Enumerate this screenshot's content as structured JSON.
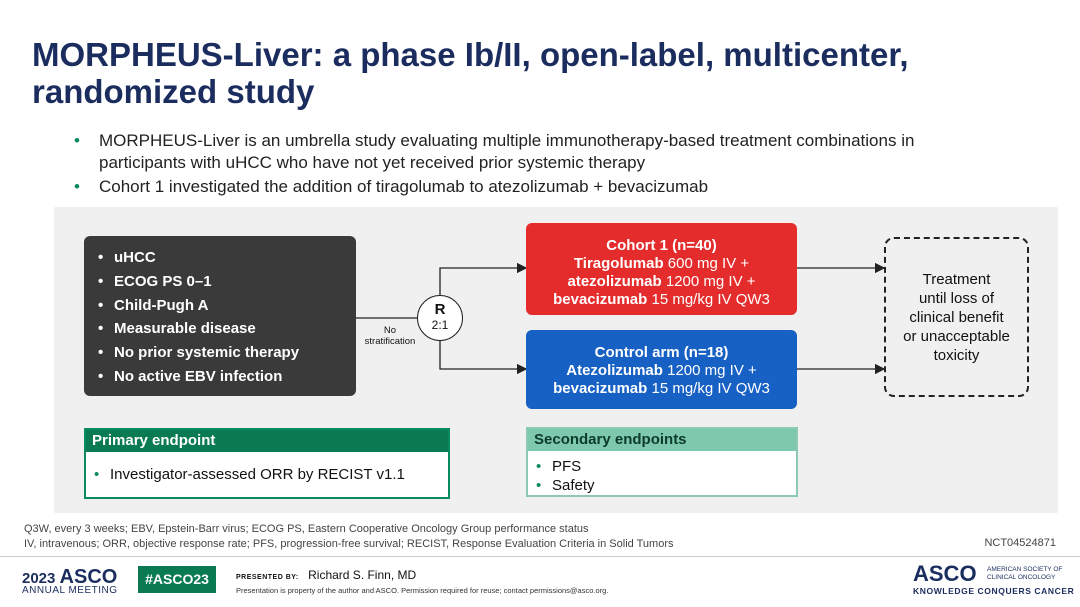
{
  "title": "MORPHEUS-Liver: a phase Ib/II, open-label, multicenter, randomized study",
  "bullets": [
    "MORPHEUS-Liver is an umbrella study evaluating multiple immunotherapy-based treatment combinations in participants with uHCC who have not yet received prior systemic therapy",
    "Cohort 1 investigated the addition of tiragolumab to atezolizumab + bevacizumab"
  ],
  "criteria": [
    "uHCC",
    "ECOG PS 0–1",
    "Child-Pugh A",
    "Measurable disease",
    "No prior systemic therapy",
    "No active EBV infection"
  ],
  "randomization": {
    "letter": "R",
    "ratio": "2:1",
    "note": "No stratification"
  },
  "cohort1": {
    "title": "Cohort 1 (n=40)",
    "line1_drug": "Tiragolumab",
    "line1_dose": " 600 mg IV +",
    "line2_drug": "atezolizumab",
    "line2_dose": " 1200 mg IV +",
    "line3_drug": "bevacizumab",
    "line3_dose": " 15 mg/kg IV QW3"
  },
  "control": {
    "title": "Control arm (n=18)",
    "line1_drug": "Atezolizumab",
    "line1_dose": " 1200 mg IV +",
    "line2_drug": "bevacizumab",
    "line2_dose": " 15 mg/kg IV QW3"
  },
  "outcome": [
    "Treatment",
    "until loss of",
    "clinical benefit",
    "or unacceptable",
    "toxicity"
  ],
  "primary_endpoint": {
    "header": "Primary endpoint",
    "items": [
      "Investigator-assessed ORR by RECIST v1.1"
    ]
  },
  "secondary_endpoints": {
    "header": "Secondary endpoints",
    "items": [
      "PFS",
      "Safety"
    ]
  },
  "footnotes": [
    "Q3W, every 3 weeks; EBV, Epstein-Barr virus; ECOG PS, Eastern Cooperative Oncology Group performance status",
    "IV, intravenous; ORR, objective response rate; PFS, progression-free survival; RECIST, Response Evaluation Criteria in Solid Tumors"
  ],
  "nct": "NCT04524871",
  "footer": {
    "year": "2023",
    "asco": "ASCO",
    "annual_meeting": "ANNUAL MEETING",
    "hashtag": "#ASCO23",
    "presented_by_label": "PRESENTED BY:",
    "presenter": "Richard S. Finn, MD",
    "property_note": "Presentation is property of the author and ASCO. Permission required for reuse; contact permissions@asco.org.",
    "asco_logo": "ASCO",
    "society_line1": "AMERICAN SOCIETY OF",
    "society_line2": "CLINICAL ONCOLOGY",
    "tagline": "KNOWLEDGE CONQUERS CANCER"
  },
  "colors": {
    "title": "#1b2d5e",
    "cohort1": "#e42c2c",
    "control": "#1760c4",
    "primary": "#0a7a52",
    "secondary": "#7ec8ad",
    "criteria": "#3a3a3a"
  }
}
